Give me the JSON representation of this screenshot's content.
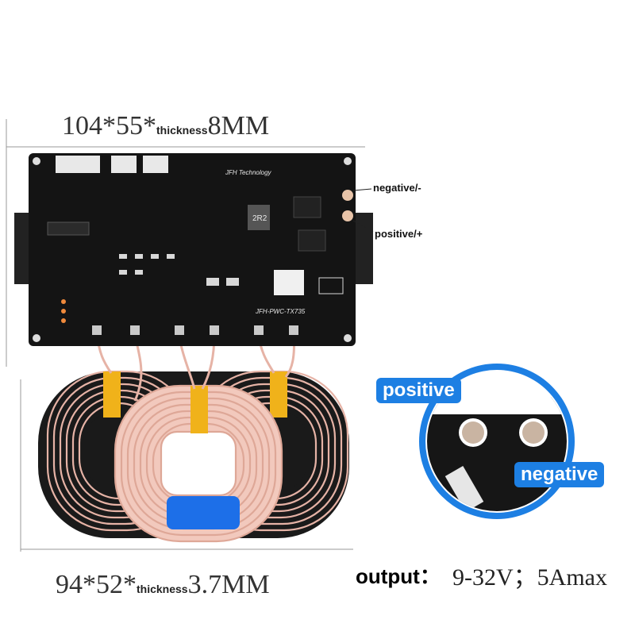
{
  "dimensions": {
    "board_size": "104*55*",
    "board_thickness_word": "thickness",
    "board_thickness": "8MM",
    "coil_size": "94*52*",
    "coil_thickness_word": "thickness",
    "coil_thickness": "3.7MM"
  },
  "terminals": {
    "negative_label": "negative/-",
    "positive_label": "positive/+"
  },
  "zoom_callout": {
    "positive": "positive",
    "negative": "negative"
  },
  "output": {
    "label": "output：",
    "value": "9-32V；5Amax"
  },
  "pcb": {
    "brand": "JFH Technology",
    "model": "JFH-PWC-TX735",
    "inductor": "2R2"
  },
  "colors": {
    "board": "#141414",
    "coil": "#f2c9bd",
    "tape": "#f0b21a",
    "callout_blue": "#1d7fe3"
  }
}
